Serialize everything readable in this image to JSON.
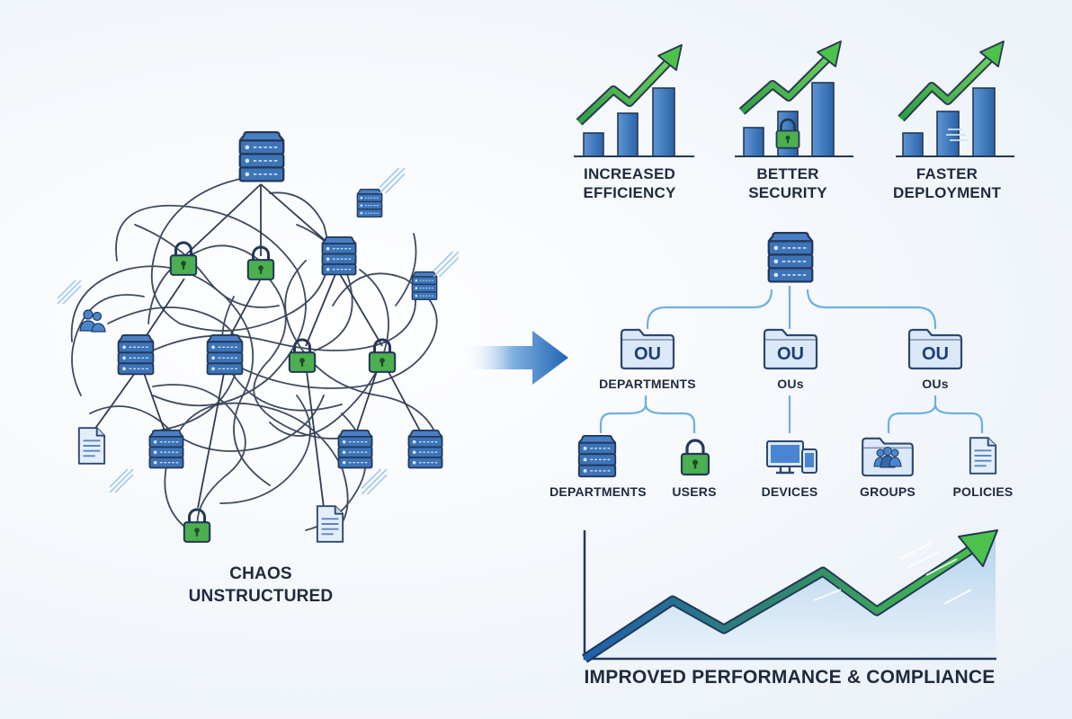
{
  "benefits": [
    {
      "line1": "INCREASED",
      "line2": "EFFICIENCY"
    },
    {
      "line1": "BETTER",
      "line2": "SECURITY"
    },
    {
      "line1": "FASTER",
      "line2": "DEPLOYMENT"
    }
  ],
  "chaos": {
    "line1": "CHAOS",
    "line2": "UNSTRUCTURED"
  },
  "tree": {
    "ou_badge": "OU",
    "level1": [
      "DEPARTMENTS",
      "OUs",
      "OUs"
    ],
    "level2": [
      "DEPARTMENTS",
      "USERS",
      "DEVICES",
      "GROUPS",
      "POLICIES"
    ]
  },
  "footer": {
    "title": "IMPROVED PERFORMANCE & COMPLIANCE"
  },
  "colors": {
    "navy": "#2a3a54",
    "server_blue": "#3d74b8",
    "lock_green": "#4caf50",
    "arrow_green": "#3cb043",
    "folder_blue": "#dbe8f7"
  }
}
